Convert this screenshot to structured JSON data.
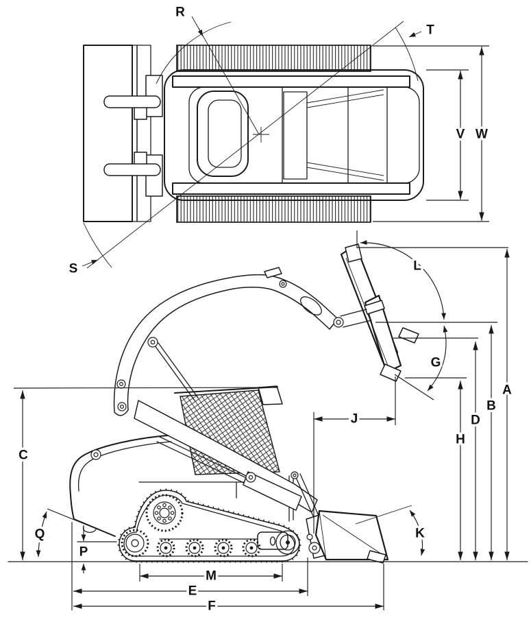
{
  "meta": {
    "background_color": "#ffffff",
    "line_color": "#1a1a1a",
    "drawing_type": "compact track loader dimensional line diagram, top view and side view"
  },
  "top_view": {
    "labels": {
      "R": "R",
      "T": "T",
      "S": "S",
      "V": "V",
      "W": "W"
    }
  },
  "side_view": {
    "labels": {
      "A": "A",
      "B": "B",
      "C": "C",
      "D": "D",
      "E": "E",
      "F": "F",
      "G": "G",
      "H": "H",
      "J": "J",
      "K": "K",
      "L": "L",
      "M": "M",
      "P": "P",
      "Q": "Q"
    }
  }
}
